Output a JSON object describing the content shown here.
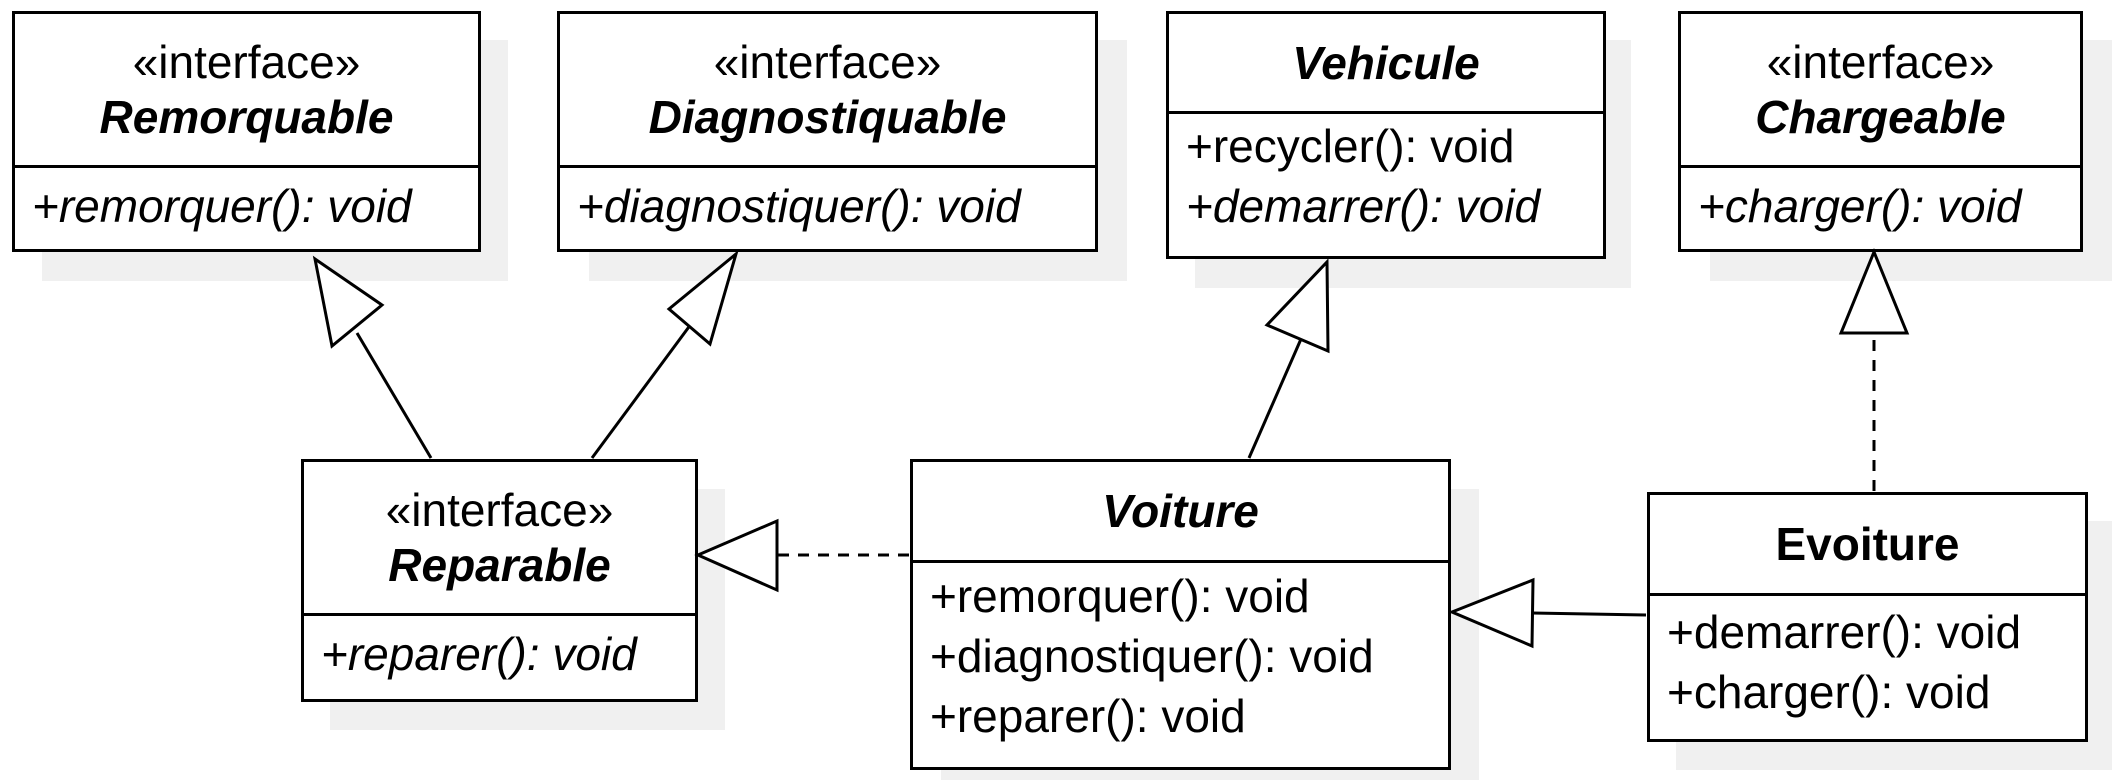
{
  "diagram": {
    "classes": {
      "remorquable": {
        "stereotype": "«interface»",
        "name": "Remorquable",
        "operations": [
          "+remorquer(): void"
        ]
      },
      "diagnostiquable": {
        "stereotype": "«interface»",
        "name": "Diagnostiquable",
        "operations": [
          "+diagnostiquer(): void"
        ]
      },
      "vehicule": {
        "name": "Vehicule",
        "operations": [
          "+recycler(): void",
          "+demarrer(): void"
        ]
      },
      "chargeable": {
        "stereotype": "«interface»",
        "name": "Chargeable",
        "operations": [
          "+charger(): void"
        ]
      },
      "reparable": {
        "stereotype": "«interface»",
        "name": "Reparable",
        "operations": [
          "+reparer(): void"
        ]
      },
      "voiture": {
        "name": "Voiture",
        "operations": [
          "+remorquer(): void",
          "+diagnostiquer(): void",
          "+reparer(): void"
        ]
      },
      "evoiture": {
        "name": "Evoiture",
        "operations": [
          "+demarrer(): void",
          "+charger(): void"
        ]
      }
    }
  }
}
